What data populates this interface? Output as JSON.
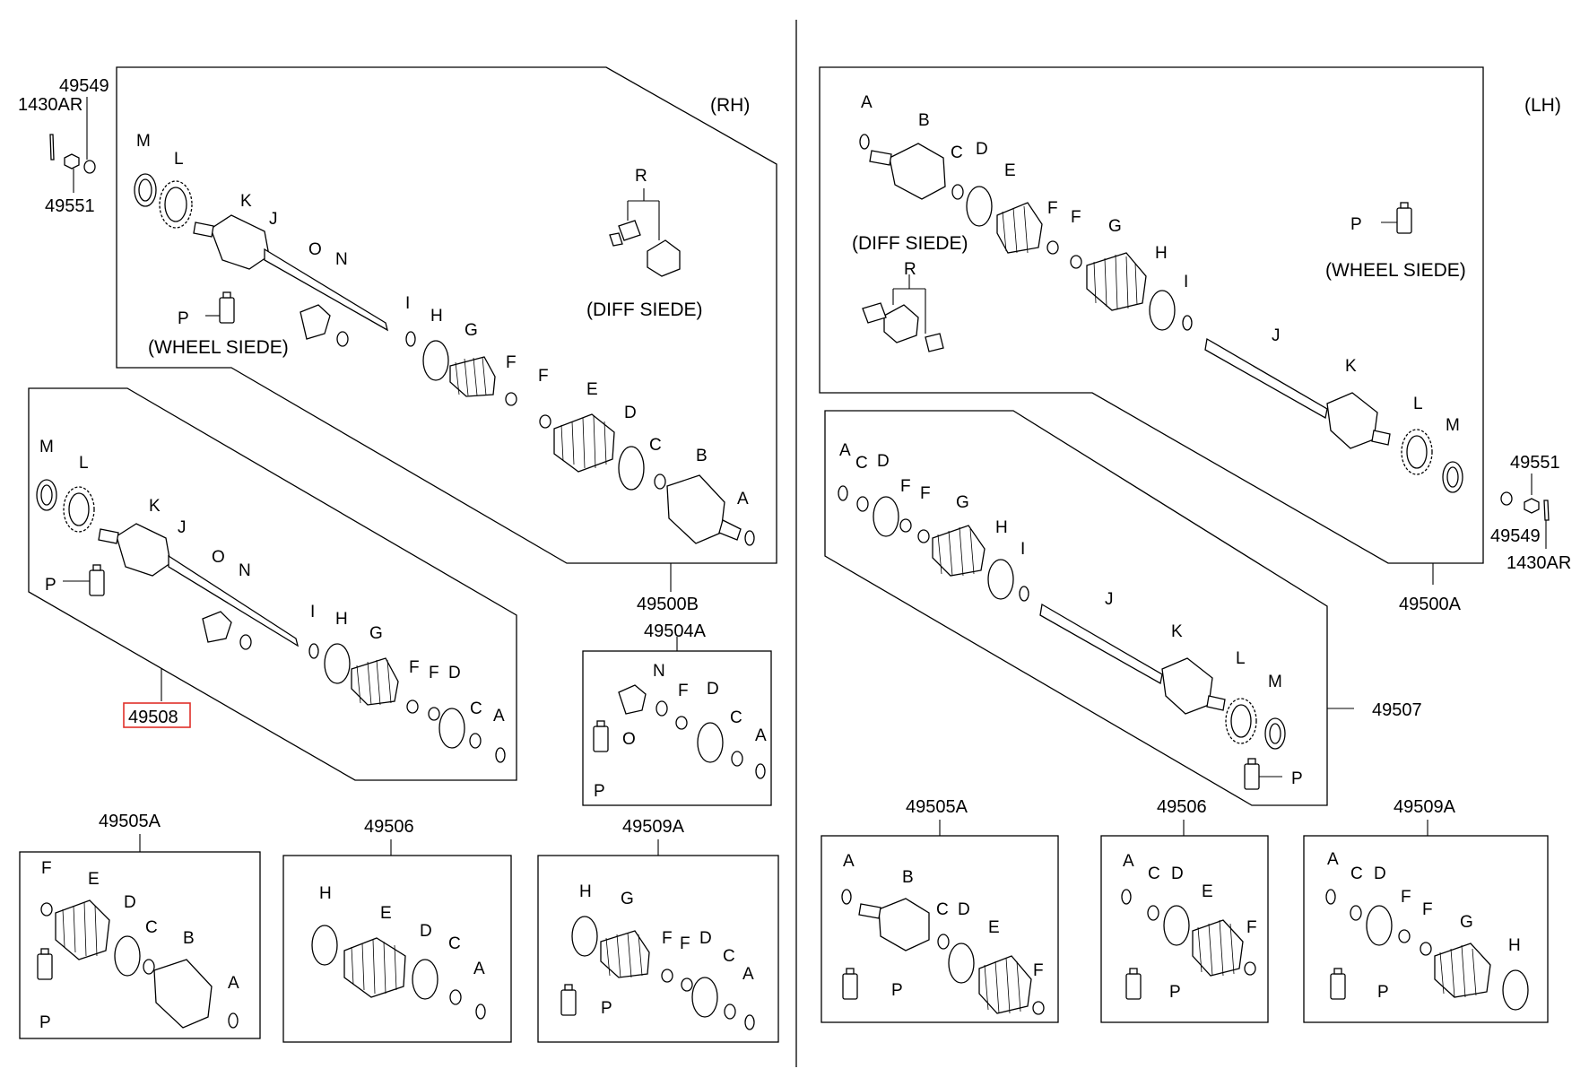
{
  "side_labels": {
    "rh": "(RH)",
    "lh": "(LH)"
  },
  "notes": {
    "wheel": "(WHEEL SIEDE)",
    "diff": "(DIFF SIEDE)"
  },
  "hardware": {
    "bolt": "1430AR",
    "washer": "49549",
    "nut": "49551"
  },
  "assemblies": {
    "rh_full": "49500B",
    "rh_shaft": "49508",
    "lh_full": "49500A",
    "lh_shaft": "49507"
  },
  "kits": {
    "rh_small": "49504A",
    "rh_outer_joint": "49505A",
    "rh_boot_e": "49506",
    "rh_boot_g": "49509A",
    "lh_outer_joint": "49505A",
    "lh_boot_e": "49506",
    "lh_boot_g": "49509A"
  },
  "highlight_color": "#e0302a",
  "letters": {
    "A": "A",
    "B": "B",
    "C": "C",
    "D": "D",
    "E": "E",
    "F": "F",
    "G": "G",
    "H": "H",
    "I": "I",
    "J": "J",
    "K": "K",
    "L": "L",
    "M": "M",
    "N": "N",
    "O": "O",
    "P": "P",
    "R": "R"
  }
}
